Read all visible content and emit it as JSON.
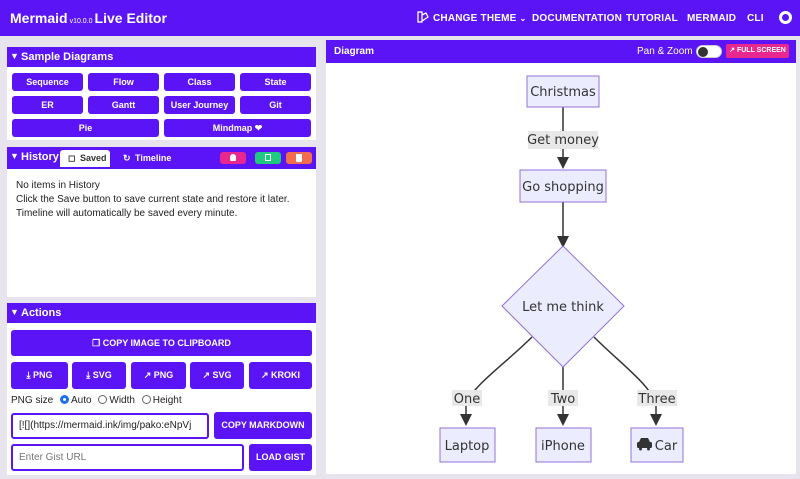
{
  "app": {
    "name": "Mermaid",
    "version": "v10.0.0",
    "title_suffix": "Live Editor"
  },
  "nav": {
    "theme_icon": "palette-icon",
    "change_theme": "CHANGE THEME",
    "documentation": "DOCUMENTATION",
    "tutorial": "TUTORIAL",
    "mermaid": "MERMAID",
    "cli": "CLI",
    "github_icon": "github-icon"
  },
  "sample_diagrams": {
    "title": "Sample Diagrams",
    "buttons": [
      "Sequence",
      "Flow",
      "Class",
      "State",
      "ER",
      "Gantt",
      "User Journey",
      "Git",
      "Pie",
      "Mindmap"
    ]
  },
  "history": {
    "title": "History",
    "tab_saved": "Saved",
    "tab_timeline": "Timeline",
    "empty_line1": "No items in History",
    "empty_line2": "Click the Save button to save current state and restore it later.",
    "empty_line3": "Timeline will automatically be saved every minute.",
    "colors": {
      "pink": "#e8288f",
      "green": "#1fc97f",
      "orange": "#f26d4f"
    }
  },
  "actions": {
    "title": "Actions",
    "copy_image": "COPY IMAGE TO CLIPBOARD",
    "png_download": "PNG",
    "svg_download": "SVG",
    "png_link": "PNG",
    "svg_link": "SVG",
    "kroki": "KROKI",
    "png_size_label": "PNG size",
    "opt_auto": "Auto",
    "opt_width": "Width",
    "opt_height": "Height",
    "markdown_value": "[![](https://mermaid.ink/img/pako:eNpVj",
    "copy_markdown": "COPY MARKDOWN",
    "gist_placeholder": "Enter Gist URL",
    "load_gist": "LOAD GIST"
  },
  "diagram": {
    "title": "Diagram",
    "pan_zoom": "Pan & Zoom",
    "full_screen": "FULL SCREEN",
    "nodes": {
      "christmas": "Christmas",
      "get_money": "Get money",
      "go_shopping": "Go shopping",
      "let_me_think": "Let me think",
      "one": "One",
      "two": "Two",
      "three": "Three",
      "laptop": "Laptop",
      "iphone": "iPhone",
      "car": "Car"
    }
  },
  "colors": {
    "accent": "#5b14f5",
    "node_fill": "#ececff",
    "node_stroke": "#9370db",
    "edge_label_bg": "#e8e8e8"
  }
}
